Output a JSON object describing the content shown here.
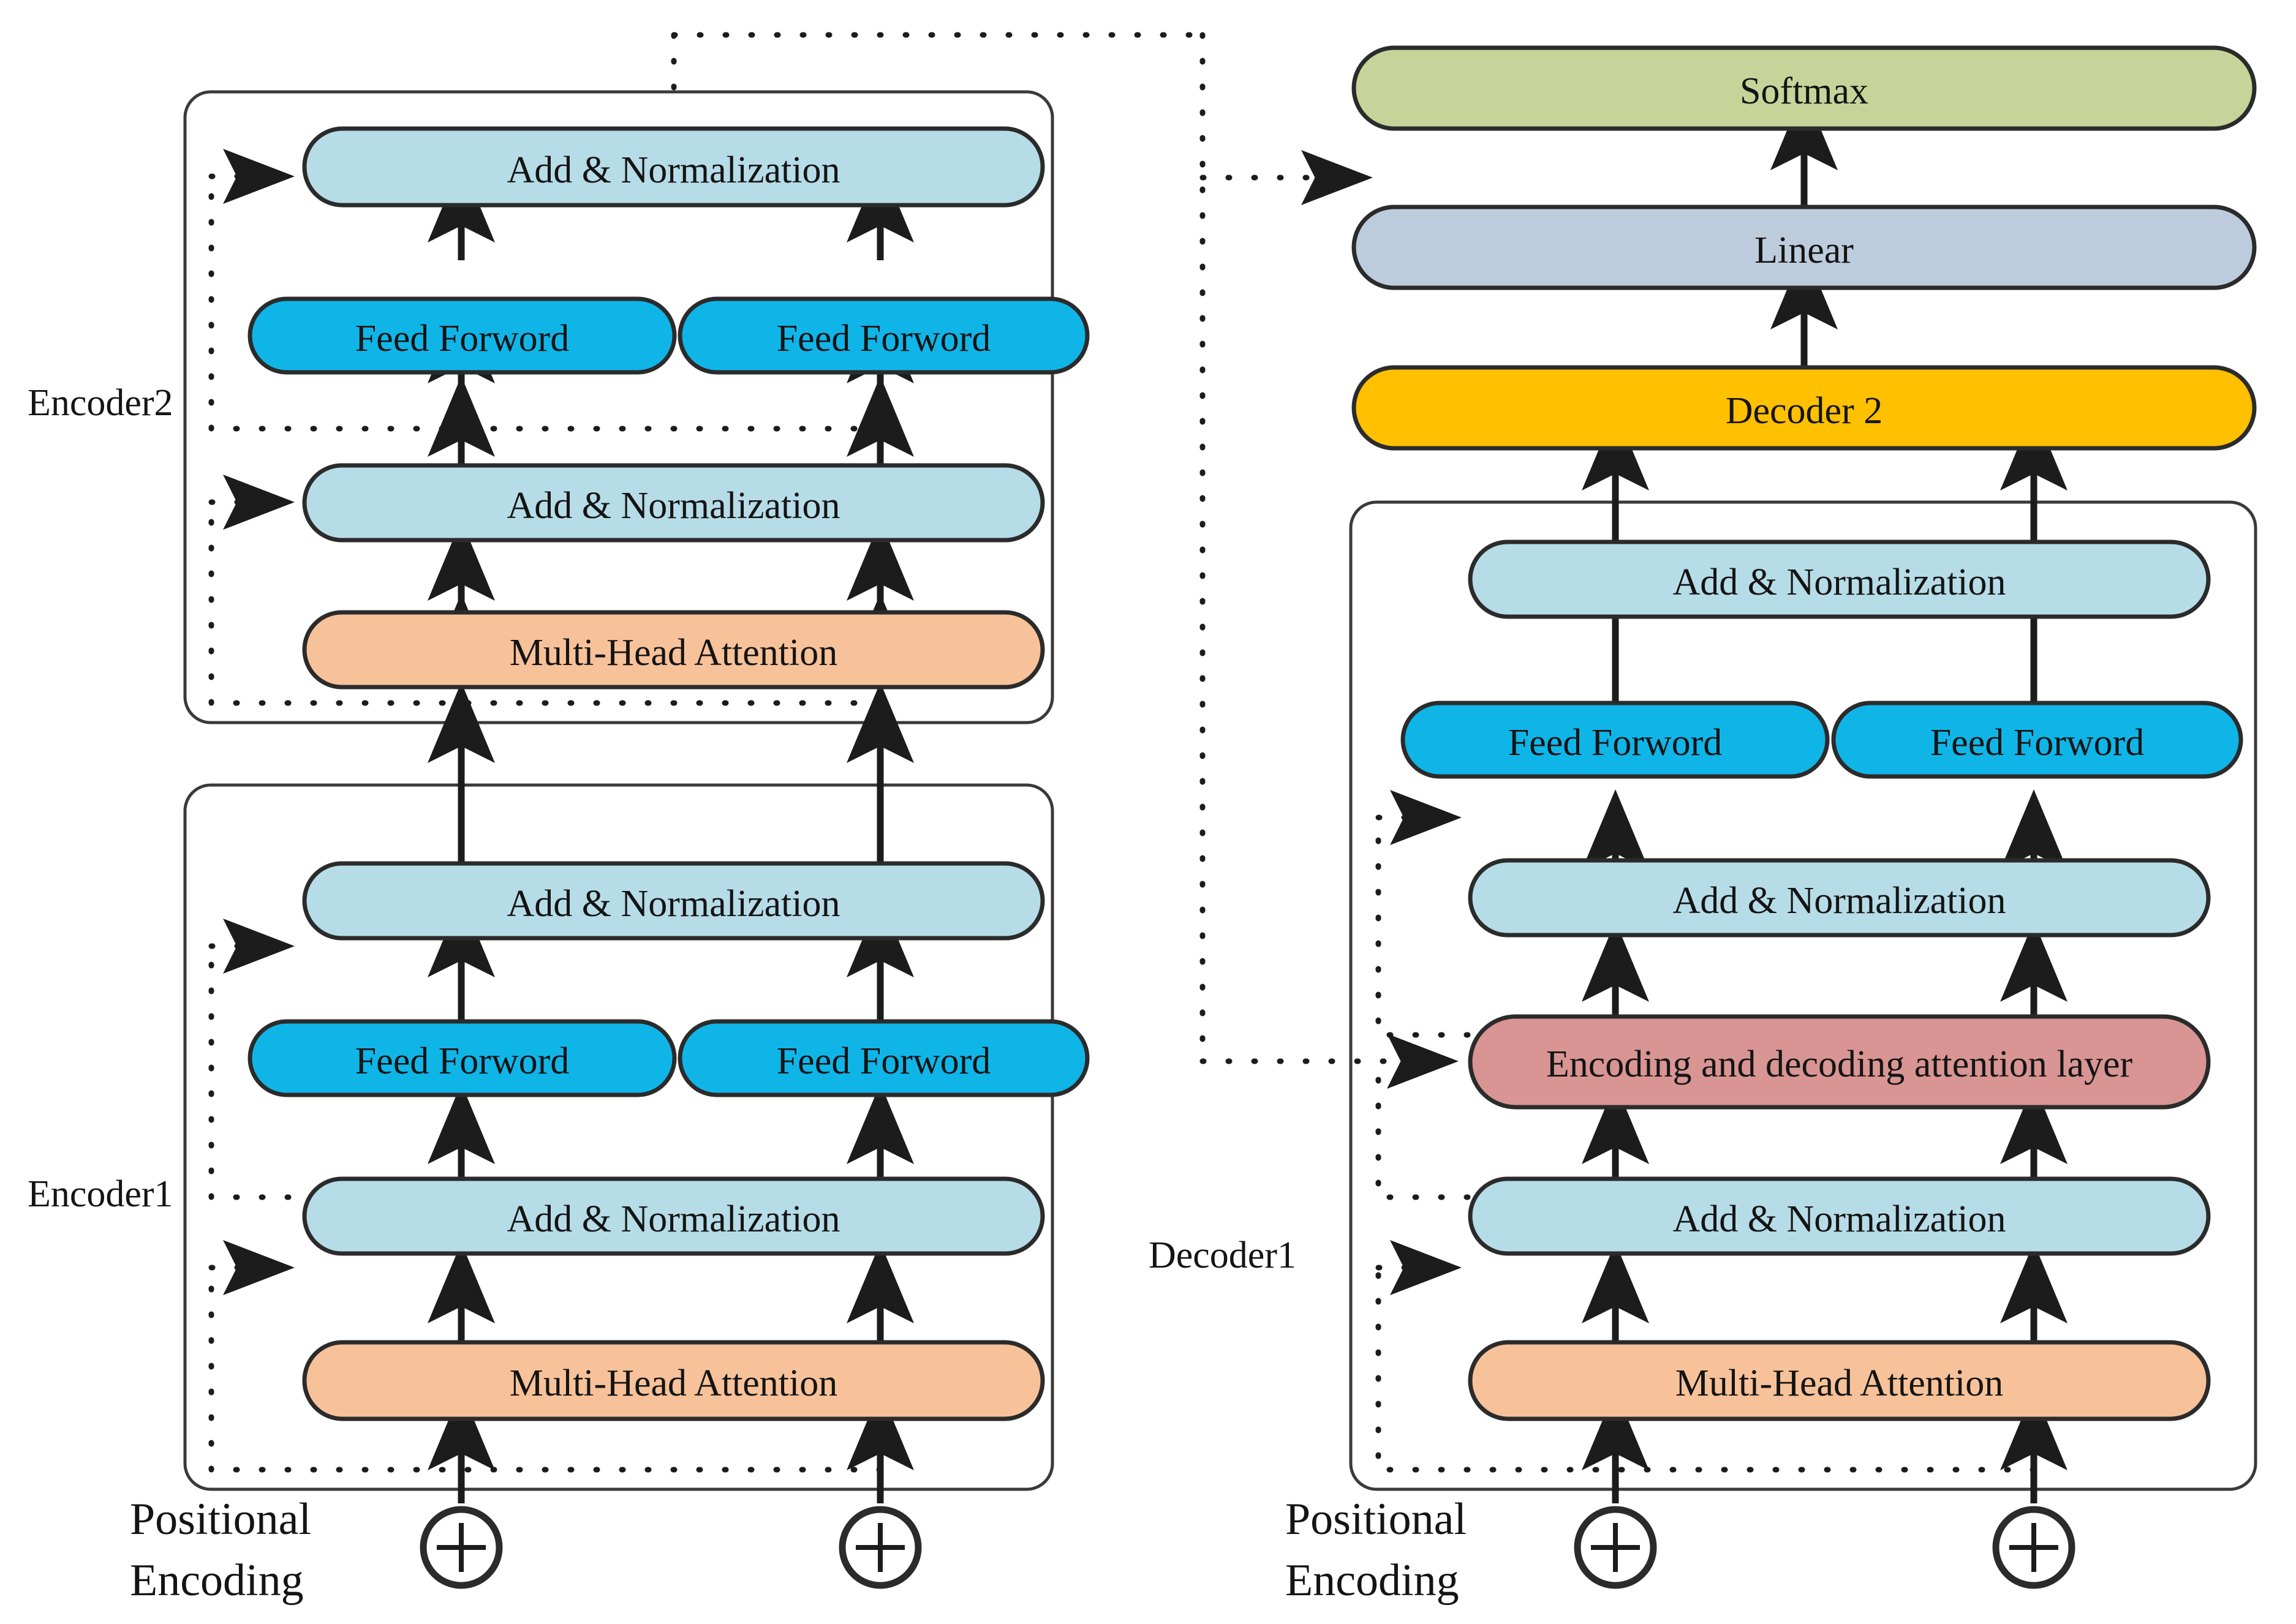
{
  "diagram": {
    "title": "Transformer encoder-decoder architecture",
    "colors": {
      "add_norm": "#b6dce7",
      "feed_forward": "#10b5e8",
      "multi_head_attention": "#f7c299",
      "cross_attention": "#d89593",
      "decoder2": "#ffc000",
      "linear": "#bdccdd",
      "softmax": "#c6d49a",
      "outline": "#2b2b2b",
      "container_outline": "#3a3a3a",
      "text": "#141414"
    },
    "side_labels": {
      "encoder2": "Encoder2",
      "encoder1": "Encoder1",
      "decoder1": "Decoder1",
      "positional_encoding_left_line1": "Positional",
      "positional_encoding_left_line2": "Encoding",
      "positional_encoding_right_line1": "Positional",
      "positional_encoding_right_line2": "Encoding"
    },
    "encoder2": {
      "add_norm_top": "Add & Normalization",
      "feed_forward_left": "Feed Forword",
      "feed_forward_right": "Feed Forword",
      "add_norm_bottom": "Add & Normalization",
      "multi_head_attention": "Multi-Head Attention"
    },
    "encoder1": {
      "add_norm_top": "Add & Normalization",
      "feed_forward_left": "Feed Forword",
      "feed_forward_right": "Feed Forword",
      "add_norm_bottom": "Add & Normalization",
      "multi_head_attention": "Multi-Head Attention"
    },
    "decoder1": {
      "add_norm_top": "Add & Normalization",
      "feed_forward_left": "Feed Forword",
      "feed_forward_right": "Feed Forword",
      "add_norm_middle": "Add & Normalization",
      "cross_attention": "Encoding and decoding attention layer",
      "add_norm_bottom": "Add & Normalization",
      "multi_head_attention": "Multi-Head Attention"
    },
    "output_stack": {
      "decoder2": "Decoder 2",
      "linear": "Linear",
      "softmax": "Softmax"
    },
    "adders": {
      "symbol": "+",
      "count": 4
    }
  }
}
